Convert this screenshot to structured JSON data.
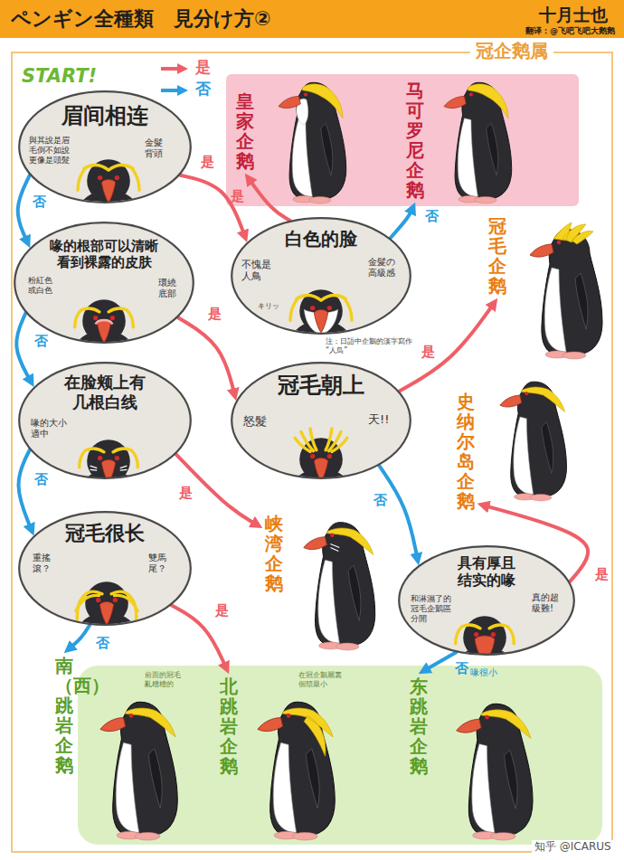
{
  "diagram": {
    "title": "ペンギン全種類　見分け方②",
    "nodes": [
      {
        "text": [
          "冠企鹅属"
        ]
      },
      {
        "text": [
          "眉间相连",
          "與其說是眉毛倒不如說更像是頭髮",
          "金髮背頭"
        ],
        "in": 0
      },
      {
        "text": [
          "皇家企鹅"
        ],
        "in": 0
      },
      {
        "text": [
          "马可罗尼企鹅"
        ],
        "in": 0
      },
      {
        "text": [
          "白色的脸",
          "不愧是人鳥",
          "キリッ",
          "金髮の高級感"
        ],
        "in": 0
      },
      {
        "text": [
          "喙的根部可以清晰看到裸露的皮肤",
          "粉紅色或白色",
          "環繞底部"
        ],
        "in": 0
      },
      {
        "text": [
          "冠毛企鹅"
        ],
        "in": 0
      },
      {
        "text": [
          "冠毛朝上",
          "怒髮",
          "天!!"
        ],
        "in": 0
      },
      {
        "text": [
          "在脸颊上有几根白线",
          "喙的大小適中"
        ],
        "in": 0
      },
      {
        "text": [
          "史纳尔岛企鹅"
        ],
        "in": 0
      },
      {
        "text": [
          "峡湾企鹅"
        ],
        "in": 0
      },
      {
        "text": [
          "冠毛很长",
          "重搖滾？",
          "雙馬尾？"
        ],
        "in": 0
      },
      {
        "text": [
          "具有厚且结实的喙",
          "和淋濕了的冠毛企鵝區分開",
          "真的超級難!"
        ],
        "in": 0
      },
      {
        "text": [
          "南（西）跳岩企鹅"
        ],
        "in": 0
      },
      {
        "text": [
          "北跳岩企鹅"
        ],
        "in": 0
      },
      {
        "text": [
          "东跳岩企鹅"
        ],
        "in": 0
      }
    ],
    "edges": [
      {
        "from": 1,
        "to": 4,
        "label": "是",
        "arrow": "to"
      },
      {
        "from": 1,
        "to": 5,
        "label": "否",
        "arrow": "to"
      },
      {
        "from": 4,
        "to": 2,
        "label": "是",
        "arrow": "to"
      },
      {
        "from": 4,
        "to": 3,
        "label": "否",
        "arrow": "to"
      },
      {
        "from": 5,
        "to": 7,
        "label": "是",
        "arrow": "to"
      },
      {
        "from": 5,
        "to": 8,
        "label": "否",
        "arrow": "to"
      },
      {
        "from": 7,
        "to": 6,
        "label": "是",
        "arrow": "to"
      },
      {
        "from": 7,
        "to": 12,
        "label": "否",
        "arrow": "to"
      },
      {
        "from": 8,
        "to": 10,
        "label": "是",
        "arrow": "to"
      },
      {
        "from": 8,
        "to": 11,
        "label": "否",
        "arrow": "to"
      },
      {
        "from": 12,
        "to": 9,
        "label": "是",
        "arrow": "to"
      },
      {
        "from": 12,
        "to": 15,
        "label": "否",
        "arrow": "to"
      },
      {
        "from": 11,
        "to": 14,
        "label": "是",
        "arrow": "to"
      },
      {
        "from": 11,
        "to": 13,
        "label": "否",
        "arrow": "to"
      }
    ],
    "labels": [
      "十月士也",
      "翻译：@飞吧飞吧大鹅鹅",
      "START!",
      "注：日語中企鵝的漢字寫作“人鳥”",
      "前面的冠毛亂糟糟的",
      "在冠企鵝屬裏個頭最小",
      "喙很小",
      "知乎 @ICARUS"
    ],
    "legend": [
      {
        "text": "是"
      },
      {
        "text": "否"
      }
    ]
  }
}
